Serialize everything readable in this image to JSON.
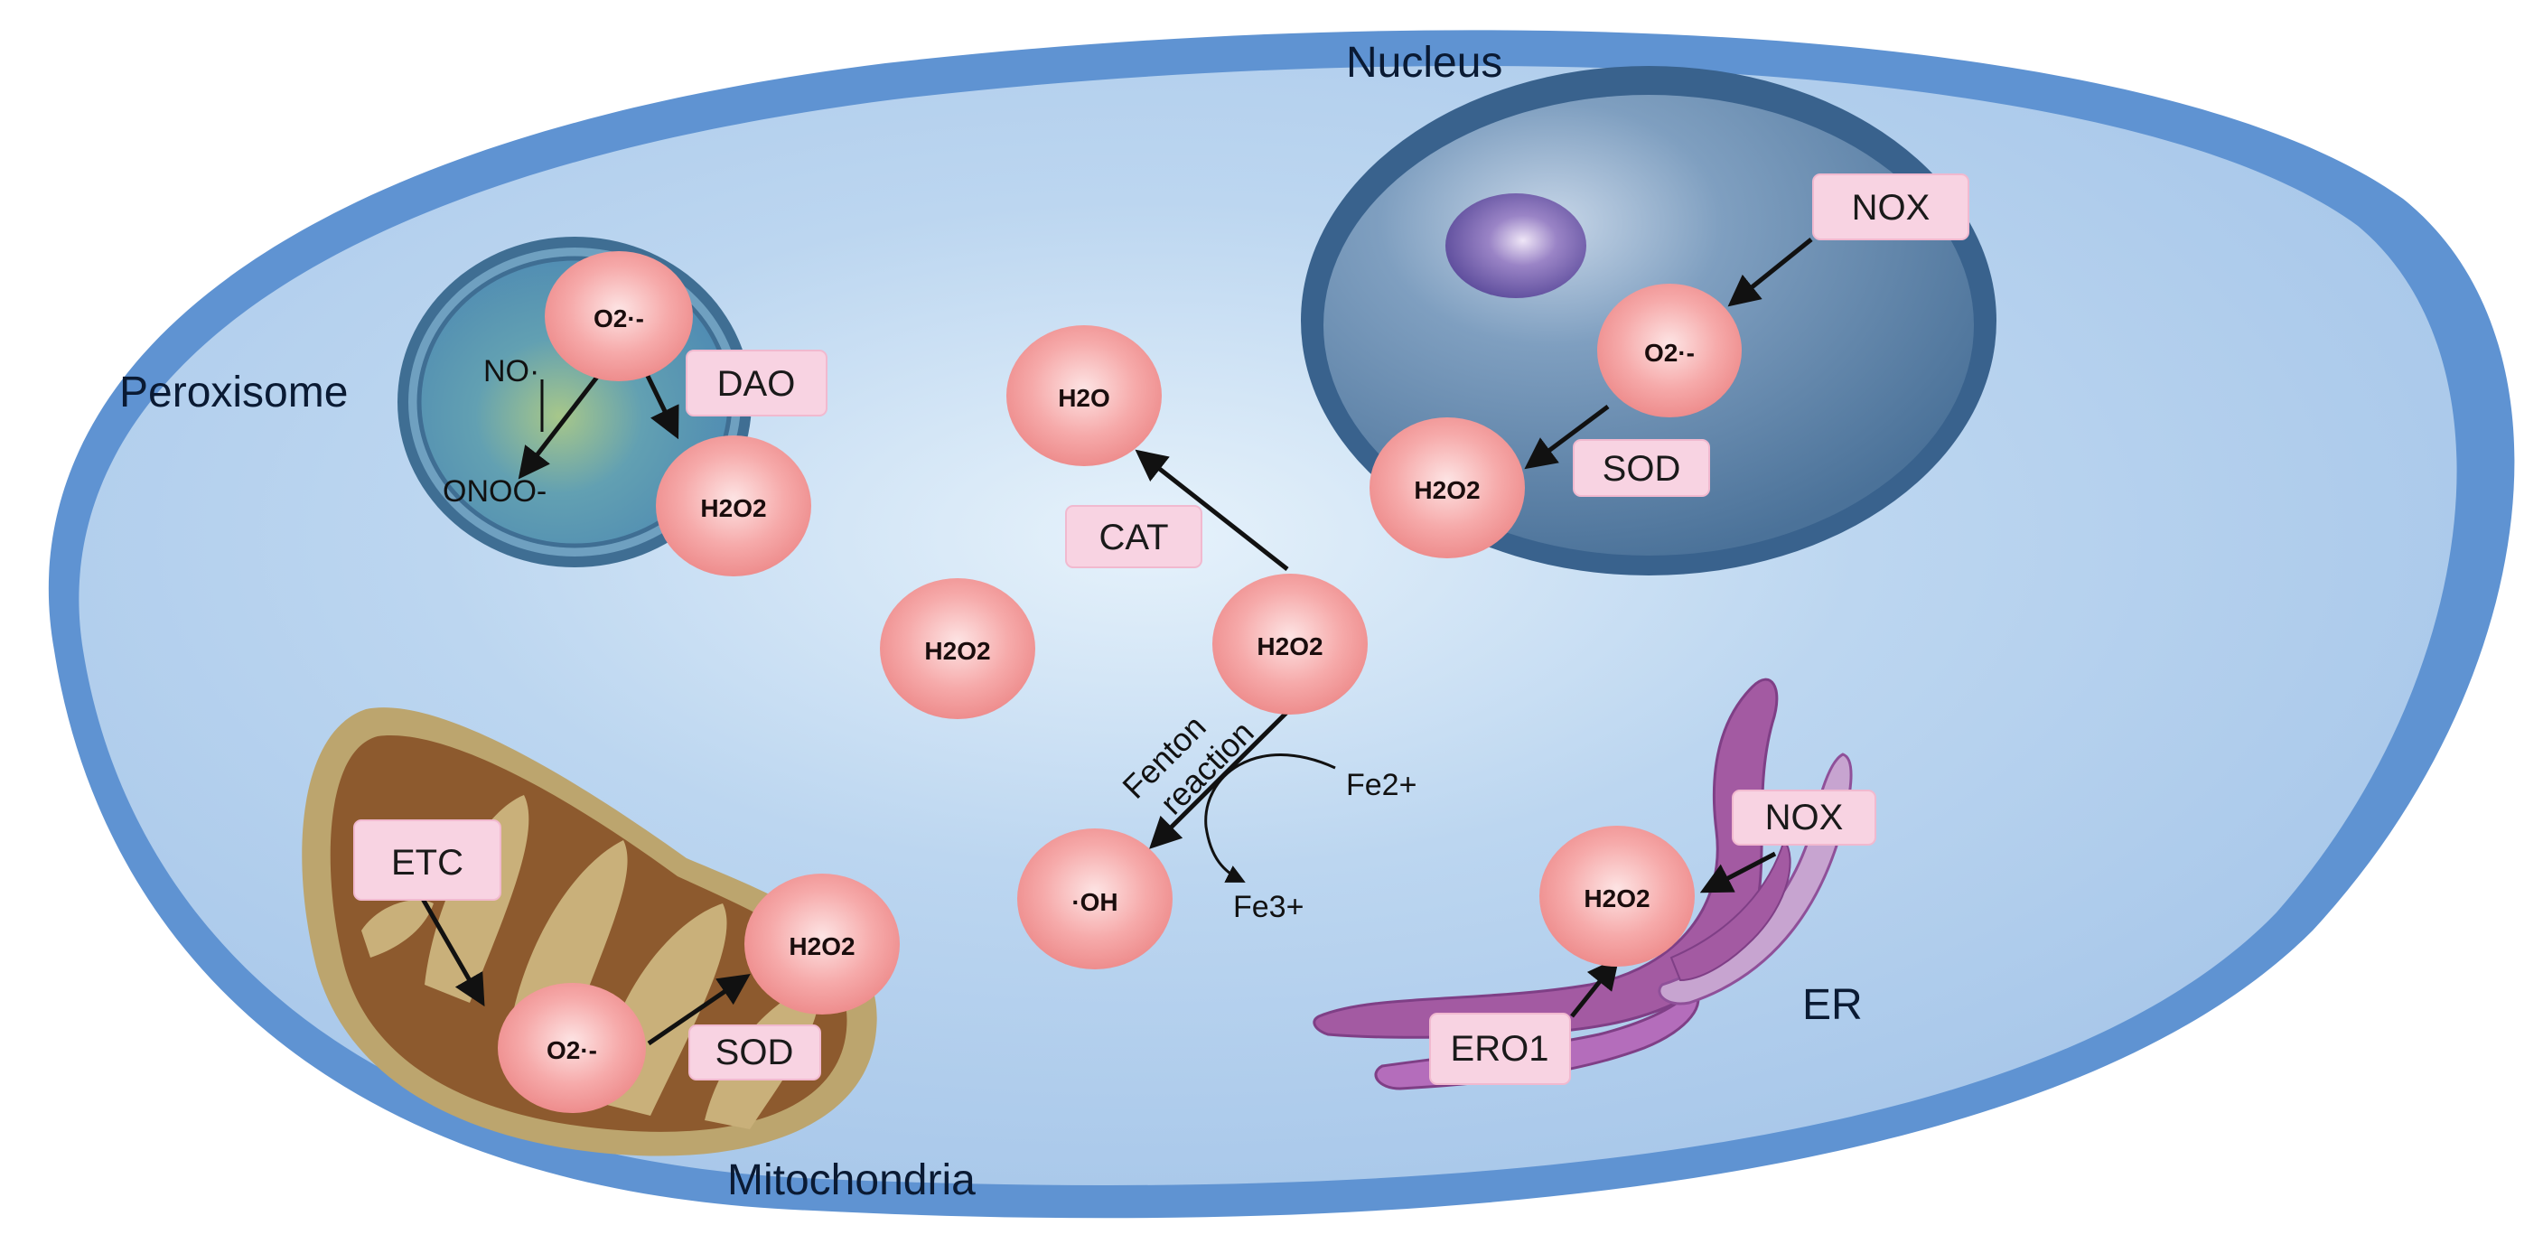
{
  "organelles": {
    "nucleus": "Nucleus",
    "peroxisome": "Peroxisome",
    "mitochondria": "Mitochondria",
    "er": "ER"
  },
  "molecules": {
    "h2o": "H2O",
    "h2o2": "H2O2",
    "superoxide": "O2·-",
    "hydroxyl": "·OH",
    "no": "NO·",
    "onoo": "ONOO-",
    "fe2": "Fe2+",
    "fe3": "Fe3+"
  },
  "enzymes": {
    "nox": "NOX",
    "sod": "SOD",
    "dao": "DAO",
    "cat": "CAT",
    "etc": "ETC",
    "ero1": "ERO1"
  },
  "reactions": {
    "fenton_line1": "Fenton",
    "fenton_line2": "reaction"
  },
  "colors": {
    "cell_membrane": "#5f93d2",
    "cytoplasm": "#b7d2ee",
    "nucleus": "#4d76a0",
    "peroxisome": "#4f8fb5",
    "mitochondria_outer": "#b9a46a",
    "mitochondria_inner": "#8d5a2e",
    "er": "#a45aa0",
    "molecule": "#f28e8e",
    "enzyme_box": "#f8d3e2"
  }
}
